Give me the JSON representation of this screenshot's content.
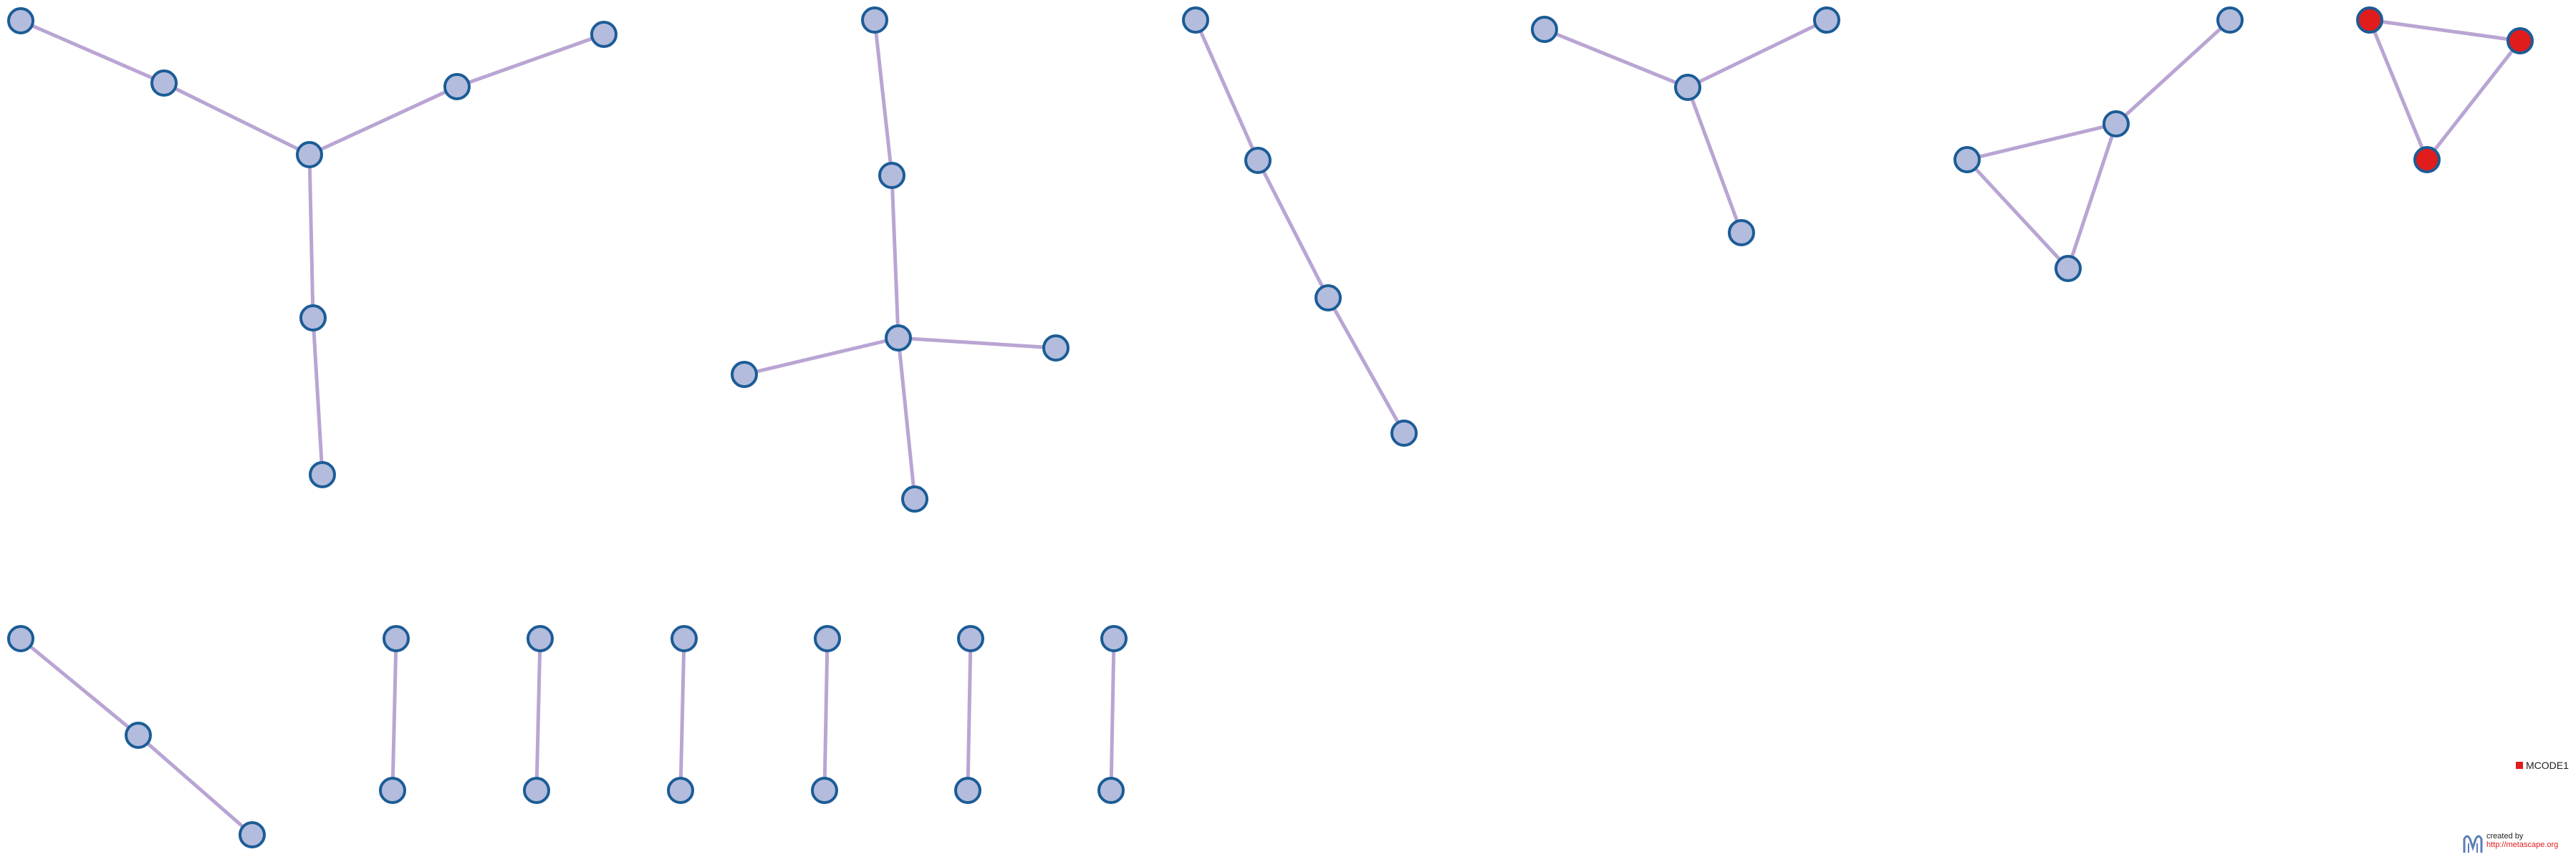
{
  "colors": {
    "edge": "#b9a5d3",
    "node_fill": "#b3bcdd",
    "node_stroke": "#1b5c96",
    "mcode_fill": "#e01c1c",
    "link_red": "#e01c1c",
    "logo_blue": "#5b7fb5"
  },
  "legend": {
    "items": [
      {
        "label": "MCODE1",
        "color": "#e01c1c"
      }
    ]
  },
  "credit": {
    "line1": "created by",
    "line2": "http://metascape.org",
    "logo_icon": "metascape-logo-icon"
  },
  "graph": {
    "components": [
      {
        "id": "c1",
        "nodes": [
          {
            "id": "n1",
            "group": "default"
          },
          {
            "id": "n2",
            "group": "default"
          },
          {
            "id": "n3",
            "group": "default"
          },
          {
            "id": "n4",
            "group": "default"
          },
          {
            "id": "n5",
            "group": "default"
          },
          {
            "id": "n6",
            "group": "default"
          },
          {
            "id": "n7",
            "group": "default"
          }
        ],
        "edges": [
          [
            "n1",
            "n2"
          ],
          [
            "n2",
            "n3"
          ],
          [
            "n3",
            "n4"
          ],
          [
            "n4",
            "n5"
          ],
          [
            "n3",
            "n6"
          ],
          [
            "n6",
            "n7"
          ]
        ]
      },
      {
        "id": "c2",
        "nodes": [
          {
            "id": "n1",
            "group": "default"
          },
          {
            "id": "n2",
            "group": "default"
          },
          {
            "id": "n3",
            "group": "default"
          },
          {
            "id": "n4",
            "group": "default"
          },
          {
            "id": "n5",
            "group": "default"
          },
          {
            "id": "n6",
            "group": "default"
          }
        ],
        "edges": [
          [
            "n1",
            "n2"
          ],
          [
            "n2",
            "n3"
          ],
          [
            "n3",
            "n4"
          ],
          [
            "n3",
            "n5"
          ],
          [
            "n3",
            "n6"
          ]
        ]
      },
      {
        "id": "c3",
        "nodes": [
          {
            "id": "n1",
            "group": "default"
          },
          {
            "id": "n2",
            "group": "default"
          },
          {
            "id": "n3",
            "group": "default"
          },
          {
            "id": "n4",
            "group": "default"
          }
        ],
        "edges": [
          [
            "n1",
            "n2"
          ],
          [
            "n2",
            "n3"
          ],
          [
            "n3",
            "n4"
          ]
        ]
      },
      {
        "id": "c4",
        "nodes": [
          {
            "id": "n1",
            "group": "default"
          },
          {
            "id": "n2",
            "group": "default"
          },
          {
            "id": "n3",
            "group": "default"
          },
          {
            "id": "n4",
            "group": "default"
          }
        ],
        "edges": [
          [
            "n1",
            "n2"
          ],
          [
            "n2",
            "n3"
          ],
          [
            "n2",
            "n4"
          ]
        ]
      },
      {
        "id": "c5",
        "nodes": [
          {
            "id": "n1",
            "group": "default"
          },
          {
            "id": "n2",
            "group": "default"
          },
          {
            "id": "n3",
            "group": "default"
          },
          {
            "id": "n4",
            "group": "default"
          }
        ],
        "edges": [
          [
            "n1",
            "n2"
          ],
          [
            "n2",
            "n3"
          ],
          [
            "n2",
            "n4"
          ],
          [
            "n3",
            "n4"
          ]
        ]
      },
      {
        "id": "c6",
        "nodes": [
          {
            "id": "n1",
            "group": "MCODE1"
          },
          {
            "id": "n2",
            "group": "MCODE1"
          },
          {
            "id": "n3",
            "group": "MCODE1"
          }
        ],
        "edges": [
          [
            "n1",
            "n2"
          ],
          [
            "n2",
            "n3"
          ],
          [
            "n1",
            "n3"
          ]
        ]
      },
      {
        "id": "c7",
        "nodes": [
          {
            "id": "n1",
            "group": "default"
          },
          {
            "id": "n2",
            "group": "default"
          },
          {
            "id": "n3",
            "group": "default"
          }
        ],
        "edges": [
          [
            "n1",
            "n2"
          ],
          [
            "n2",
            "n3"
          ]
        ]
      },
      {
        "id": "c8",
        "nodes": [
          {
            "id": "n1",
            "group": "default"
          },
          {
            "id": "n2",
            "group": "default"
          }
        ],
        "edges": [
          [
            "n1",
            "n2"
          ]
        ]
      },
      {
        "id": "c9",
        "nodes": [
          {
            "id": "n1",
            "group": "default"
          },
          {
            "id": "n2",
            "group": "default"
          }
        ],
        "edges": [
          [
            "n1",
            "n2"
          ]
        ]
      },
      {
        "id": "c10",
        "nodes": [
          {
            "id": "n1",
            "group": "default"
          },
          {
            "id": "n2",
            "group": "default"
          }
        ],
        "edges": [
          [
            "n1",
            "n2"
          ]
        ]
      },
      {
        "id": "c11",
        "nodes": [
          {
            "id": "n1",
            "group": "default"
          },
          {
            "id": "n2",
            "group": "default"
          }
        ],
        "edges": [
          [
            "n1",
            "n2"
          ]
        ]
      },
      {
        "id": "c12",
        "nodes": [
          {
            "id": "n1",
            "group": "default"
          },
          {
            "id": "n2",
            "group": "default"
          }
        ],
        "edges": [
          [
            "n1",
            "n2"
          ]
        ]
      },
      {
        "id": "c13",
        "nodes": [
          {
            "id": "n1",
            "group": "default"
          },
          {
            "id": "n2",
            "group": "default"
          }
        ],
        "edges": [
          [
            "n1",
            "n2"
          ]
        ]
      }
    ]
  }
}
